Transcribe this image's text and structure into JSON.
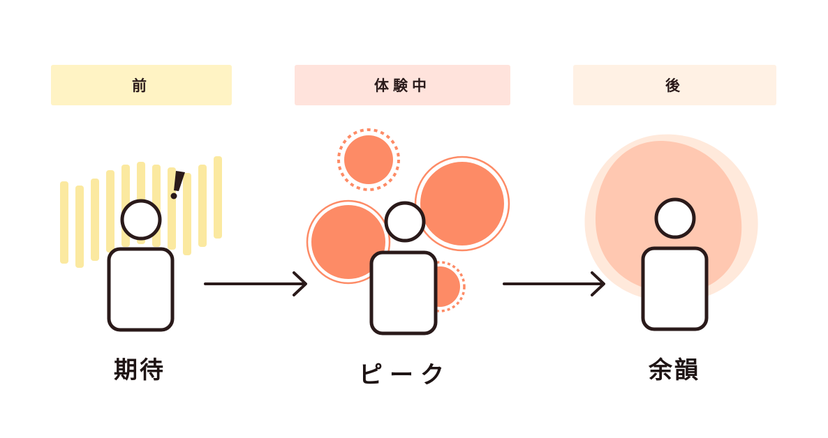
{
  "phases": {
    "before": {
      "tag": "前",
      "label": "期待"
    },
    "during": {
      "tag": "体験中",
      "label": "ピーク"
    },
    "after": {
      "tag": "後",
      "label": "余韻"
    }
  },
  "colors": {
    "ink": "#2a1a1a",
    "tag_before": "#fff3c4",
    "tag_during": "#ffe3dc",
    "tag_after": "#fff1e4",
    "expectation_bars": "#fbe9a0",
    "peak_circles": "#fd8b66",
    "afterglow_blob": "#ffc8b1"
  }
}
